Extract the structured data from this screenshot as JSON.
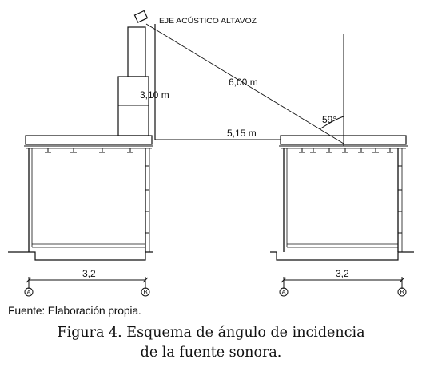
{
  "labels": {
    "speaker_axis": "EJE ACÚSTICO ALTAVOZ",
    "height": "3,10 m",
    "slant_distance": "6,00 m",
    "horizontal_distance": "5,15 m",
    "angle": "59°",
    "left_span": "3,2",
    "right_span": "3,2",
    "axis_a_left": "A",
    "axis_b_left": "B",
    "axis_a_right": "A",
    "axis_b_right": "B"
  },
  "source": "Fuente: Elaboración propia.",
  "caption": {
    "line1": "Figura 4. Esquema de ángulo de incidencia",
    "line2": "de la fuente sonora."
  }
}
